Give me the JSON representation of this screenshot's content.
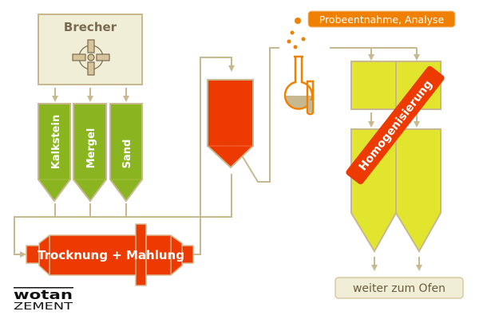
{
  "brecher": {
    "label": "Brecher"
  },
  "silos": [
    {
      "label": "Kalkstein"
    },
    {
      "label": "Mergel"
    },
    {
      "label": "Sand"
    }
  ],
  "mill": {
    "label": "Trocknung + Mahlung"
  },
  "sampling": {
    "label": "Probeentnahme, Analyse"
  },
  "homogenization": {
    "label": "Homogenisierung"
  },
  "output": {
    "label": "weiter zum Ofen"
  },
  "logo": {
    "brand": "wotan",
    "sub": "ZEMENT"
  },
  "colors": {
    "pipe": "#c8b890",
    "green": "#8ab520",
    "red": "#ec3a00",
    "yellow": "#e2e52e",
    "orange": "#f08000",
    "beige": "#f1eed8"
  }
}
